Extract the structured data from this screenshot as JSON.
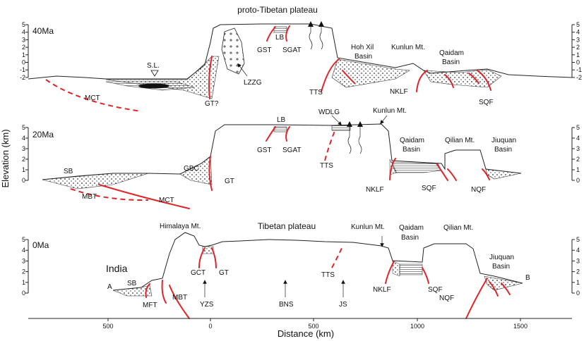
{
  "panels": [
    {
      "age": "40Ma",
      "title": "proto-Tibetan plateau"
    },
    {
      "age": "20Ma"
    },
    {
      "age": "0Ma",
      "title": "Tibetan plateau"
    }
  ],
  "axes": {
    "y_label": "Elevation (km)",
    "y_ticks": [
      "5",
      "4",
      "3",
      "2",
      "1",
      "0",
      "-1",
      "-2"
    ],
    "x_label": "Distance (km)",
    "x_ticks": [
      "500",
      "0",
      "500",
      "1000",
      "1500"
    ]
  },
  "labels": {
    "p1": {
      "sl": "S.L.",
      "lb": "LB",
      "gst": "GST",
      "sgat": "SGAT",
      "hohxil": "Hoh Xil",
      "basin1": "Basin",
      "kunlun": "Kunlun Mt.",
      "qaidam": "Qaidam",
      "basin2": "Basin",
      "mct": "MCT",
      "lzzg": "LZZG",
      "gtq": "GT?",
      "tts": "TTS",
      "nklf": "NKLF",
      "sqf": "SQF"
    },
    "p2": {
      "lb": "LB",
      "wdlg": "WDLG",
      "kunlun": "Kunlun Mt.",
      "sb": "SB",
      "gbc": "GBC",
      "gt": "GT",
      "gst": "GST",
      "sgat": "SGAT",
      "tts": "TTS",
      "qaidam": "Qaidam",
      "basin1": "Basin",
      "qilian": "Qilian Mt.",
      "jiuquan": "Jiuquan",
      "basin2": "Basin",
      "mbt": "MBT",
      "mct": "MCT",
      "nklf": "NKLF",
      "sqf": "SQF",
      "nqf": "NQF"
    },
    "p3": {
      "himalaya": "Himalaya Mt.",
      "kunlun": "Kunlun Mt.",
      "qaidam": "Qaidam",
      "basin1": "Basin",
      "qilian": "Qilian Mt.",
      "india": "India",
      "a": "A",
      "sb": "SB",
      "jiuquan": "Jiuquan",
      "basin2": "Basin",
      "b": "B",
      "gct": "GCT",
      "gt": "GT",
      "tts": "TTS",
      "mbt": "MBT",
      "mft": "MFT",
      "yzs": "YZS",
      "bns": "BNS",
      "js": "JS",
      "nklf": "NKLF",
      "sqf": "SQF",
      "nqf": "NQF"
    }
  },
  "colors": {
    "fault": "#e0252a",
    "line": "#222222"
  }
}
